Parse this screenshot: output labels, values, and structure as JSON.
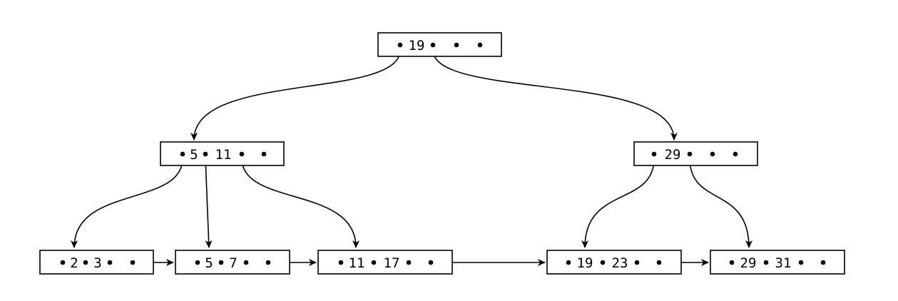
{
  "tree": {
    "root": {
      "keys": [
        "19"
      ]
    },
    "internal": [
      {
        "keys": [
          "5",
          "11"
        ]
      },
      {
        "keys": [
          "29"
        ]
      }
    ],
    "leaves": [
      {
        "keys": [
          "2",
          "3"
        ]
      },
      {
        "keys": [
          "5",
          "7"
        ]
      },
      {
        "keys": [
          "11",
          "17"
        ]
      },
      {
        "keys": [
          "19",
          "23"
        ]
      },
      {
        "keys": [
          "29",
          "31"
        ]
      }
    ]
  }
}
